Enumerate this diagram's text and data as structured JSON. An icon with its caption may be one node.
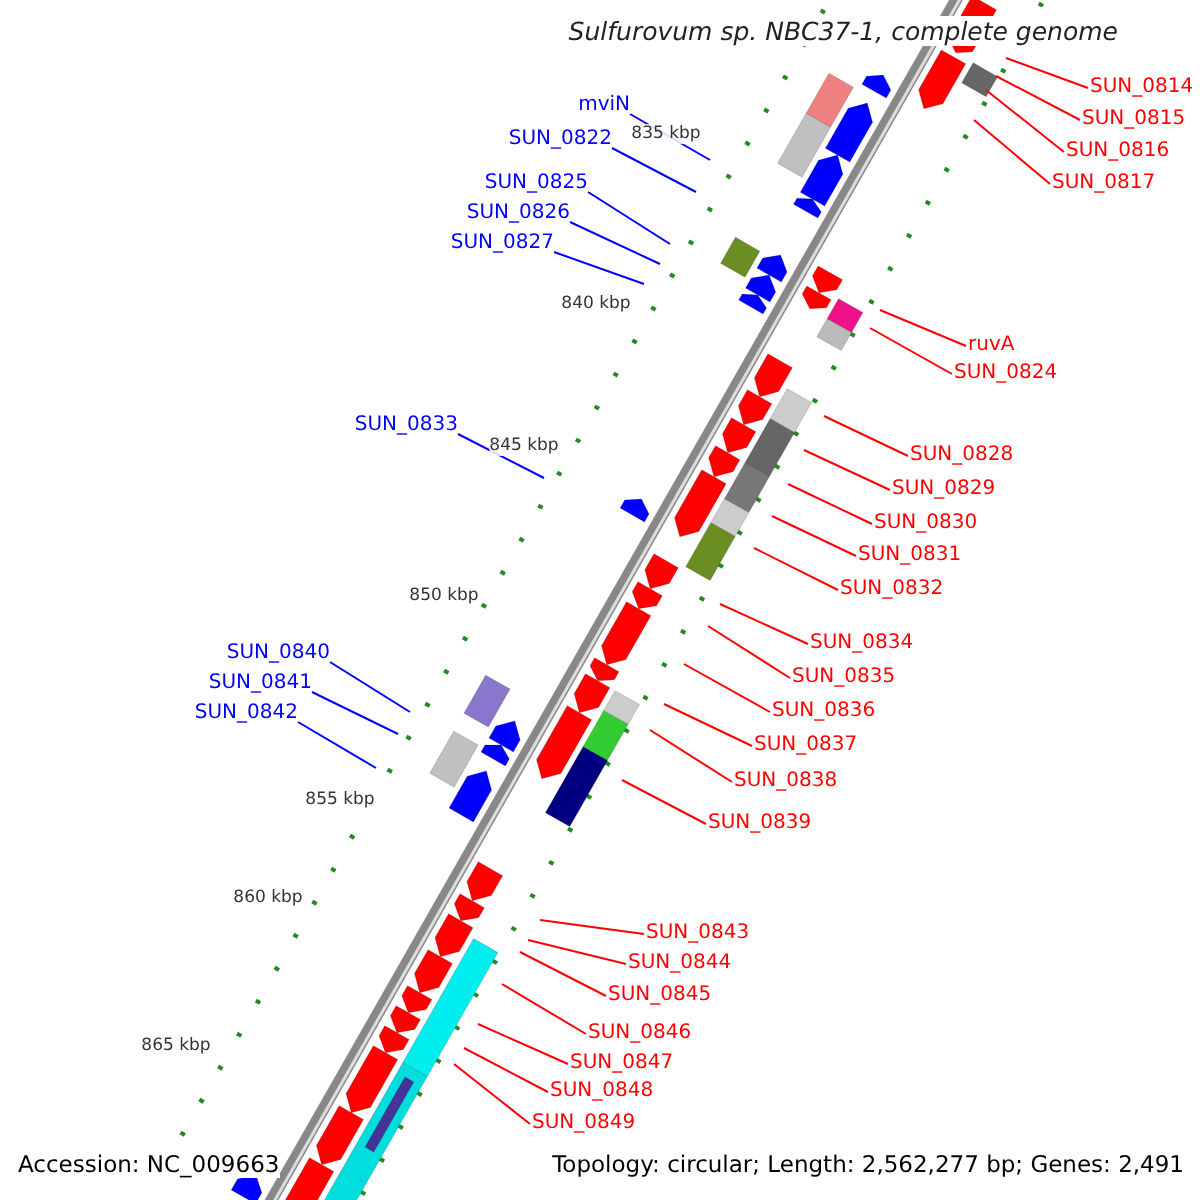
{
  "diagram": {
    "title": "Sulfurovum sp. NBC37-1, complete genome",
    "nodes": [
      {
        "text": [
          "SUN_0814"
        ]
      },
      {
        "text": [
          "mviN"
        ]
      },
      {
        "text": [
          "SUN_0815"
        ]
      },
      {
        "text": [
          "SUN_0822"
        ]
      },
      {
        "text": [
          "SUN_0816"
        ]
      },
      {
        "text": [
          "SUN_0825"
        ]
      },
      {
        "text": [
          "SUN_0817"
        ]
      },
      {
        "text": [
          "SUN_0826"
        ]
      },
      {
        "text": [
          "SUN_0827"
        ]
      },
      {
        "text": [
          "ruvA"
        ]
      },
      {
        "text": [
          "SUN_0824"
        ]
      },
      {
        "text": [
          "SUN_0833"
        ]
      },
      {
        "text": [
          "SUN_0828"
        ]
      },
      {
        "text": [
          "SUN_0829"
        ]
      },
      {
        "text": [
          "SUN_0830"
        ]
      },
      {
        "text": [
          "SUN_0831"
        ]
      },
      {
        "text": [
          "SUN_0832"
        ]
      },
      {
        "text": [
          "SUN_0834"
        ]
      },
      {
        "text": [
          "SUN_0840"
        ]
      },
      {
        "text": [
          "SUN_0835"
        ]
      },
      {
        "text": [
          "SUN_0841"
        ]
      },
      {
        "text": [
          "SUN_0836"
        ]
      },
      {
        "text": [
          "SUN_0842"
        ]
      },
      {
        "text": [
          "SUN_0837"
        ]
      },
      {
        "text": [
          "SUN_0838"
        ]
      },
      {
        "text": [
          "SUN_0839"
        ]
      },
      {
        "text": [
          "SUN_0843"
        ]
      },
      {
        "text": [
          "SUN_0844"
        ]
      },
      {
        "text": [
          "SUN_0845"
        ]
      },
      {
        "text": [
          "SUN_0846"
        ]
      },
      {
        "text": [
          "SUN_0847"
        ]
      },
      {
        "text": [
          "SUN_0848"
        ]
      },
      {
        "text": [
          "SUN_0849"
        ]
      }
    ],
    "edges": [
      {
        "from": 0,
        "to": null,
        "arrow": "none"
      },
      {
        "from": 1,
        "to": null,
        "arrow": "none",
        "color": "#0000ff"
      },
      {
        "from": 2,
        "to": null,
        "arrow": "none"
      },
      {
        "from": 3,
        "to": null,
        "arrow": "none",
        "color": "#0000ff"
      },
      {
        "from": 4,
        "to": null,
        "arrow": "none"
      },
      {
        "from": 5,
        "to": null,
        "arrow": "none",
        "color": "#0000ff"
      },
      {
        "from": 6,
        "to": null,
        "arrow": "none"
      },
      {
        "from": 7,
        "to": null,
        "arrow": "none",
        "color": "#0000ff"
      },
      {
        "from": 8,
        "to": null,
        "arrow": "none",
        "color": "#0000ff"
      },
      {
        "from": 9,
        "to": null,
        "arrow": "none"
      },
      {
        "from": 10,
        "to": null,
        "arrow": "none"
      },
      {
        "from": 11,
        "to": null,
        "arrow": "none",
        "color": "#0000ff"
      },
      {
        "from": 12,
        "to": null,
        "arrow": "none"
      },
      {
        "from": 13,
        "to": null,
        "arrow": "none"
      },
      {
        "from": 14,
        "to": null,
        "arrow": "none"
      },
      {
        "from": 15,
        "to": null,
        "arrow": "none"
      },
      {
        "from": 16,
        "to": null,
        "arrow": "none"
      },
      {
        "from": 17,
        "to": null,
        "arrow": "none"
      },
      {
        "from": 18,
        "to": null,
        "arrow": "none",
        "color": "#0000ff"
      },
      {
        "from": 19,
        "to": null,
        "arrow": "none"
      },
      {
        "from": 20,
        "to": null,
        "arrow": "none",
        "color": "#0000ff"
      },
      {
        "from": 21,
        "to": null,
        "arrow": "none"
      },
      {
        "from": 22,
        "to": null,
        "arrow": "none",
        "color": "#0000ff"
      },
      {
        "from": 23,
        "to": null,
        "arrow": "none"
      },
      {
        "from": 24,
        "to": null,
        "arrow": "none"
      },
      {
        "from": 25,
        "to": null,
        "arrow": "none"
      },
      {
        "from": 26,
        "to": null,
        "arrow": "none"
      },
      {
        "from": 27,
        "to": null,
        "arrow": "none"
      },
      {
        "from": 28,
        "to": null,
        "arrow": "none"
      },
      {
        "from": 29,
        "to": null,
        "arrow": "none"
      },
      {
        "from": 30,
        "to": null,
        "arrow": "none"
      },
      {
        "from": 31,
        "to": null,
        "arrow": "none"
      },
      {
        "from": 32,
        "to": null,
        "arrow": "none"
      }
    ],
    "labels": [
      "835 kbp",
      "840 kbp",
      "845 kbp",
      "850 kbp",
      "855 kbp",
      "860 kbp",
      "865 kbp",
      "Accession: NC_009663",
      "Topology: circular; Length: 2,562,277 bp; Genes: 2,491"
    ]
  }
}
